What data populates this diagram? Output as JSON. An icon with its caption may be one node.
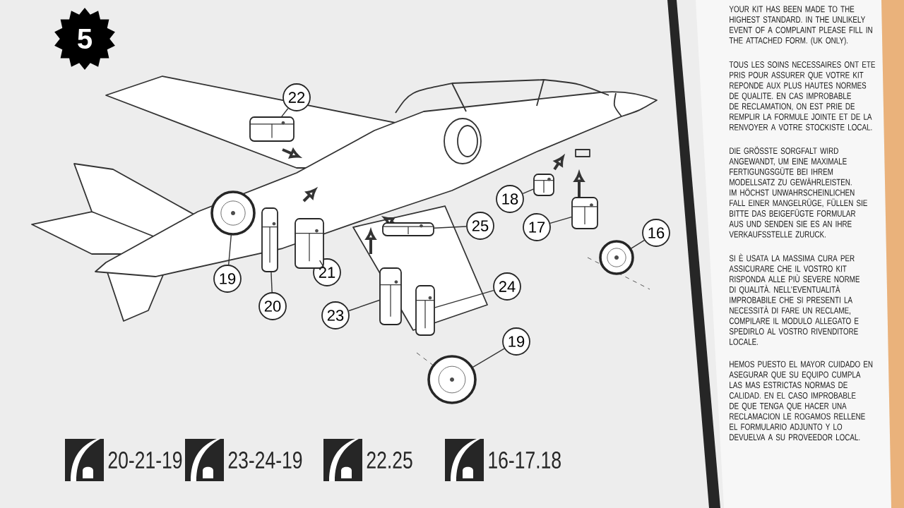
{
  "diagram": {
    "nodes": [
      {
        "text": [
          "22"
        ]
      },
      {
        "text": [],
        "shape": "picture"
      },
      {
        "text": [
          "18"
        ]
      },
      {
        "text": [],
        "shape": "picture"
      },
      {
        "text": [
          "17"
        ]
      },
      {
        "text": [],
        "shape": "picture"
      },
      {
        "text": [
          "16"
        ]
      },
      {
        "text": [],
        "shape": "circle"
      },
      {
        "text": [
          "25"
        ]
      },
      {
        "text": [],
        "shape": "picture"
      },
      {
        "text": [
          "19"
        ]
      },
      {
        "text": [],
        "shape": "circle"
      },
      {
        "text": [
          "20"
        ]
      },
      {
        "text": [],
        "shape": "picture"
      },
      {
        "text": [
          "21"
        ]
      },
      {
        "text": [],
        "shape": "picture"
      },
      {
        "text": [
          "23"
        ]
      },
      {
        "text": [],
        "shape": "picture"
      },
      {
        "text": [
          "24"
        ]
      },
      {
        "text": [],
        "shape": "picture"
      },
      {
        "text": [
          "19"
        ]
      },
      {
        "text": [],
        "shape": "circle"
      }
    ],
    "edges": [
      {
        "from": 0,
        "to": 1,
        "arrow": "none"
      },
      {
        "from": 2,
        "to": 3,
        "arrow": "none"
      },
      {
        "from": 4,
        "to": 5,
        "arrow": "none"
      },
      {
        "from": 6,
        "to": 7,
        "arrow": "none"
      },
      {
        "from": 8,
        "to": 9,
        "arrow": "none"
      },
      {
        "from": 10,
        "to": 11,
        "arrow": "none"
      },
      {
        "from": 12,
        "to": 13,
        "arrow": "none"
      },
      {
        "from": 14,
        "to": 15,
        "arrow": "none"
      },
      {
        "from": 16,
        "to": 17,
        "arrow": "none"
      },
      {
        "from": 18,
        "to": 19,
        "arrow": "none"
      },
      {
        "from": 20,
        "to": 21,
        "arrow": "none"
      }
    ],
    "labels": [
      "5",
      "YOUR KIT HAS BEEN MADE TO THE HIGHEST STANDARD. IN THE UNLIKELY EVENT OF A COMPLAINT PLEASE FILL IN THE ATTACHED FORM. (UK ONLY).",
      "TOUS LES SOINS NECESSAIRES ONT ETE PRIS POUR ASSURER QUE VOTRE KIT REPONDE AUX PLUS HAUTES NORMES DE QUALITE. EN CAS IMPROBABLE DE RECLAMATION, ON EST PRIE DE REMPLIR LA FORMULE JOINTE ET DE LA RENVOYER A VOTRE STOCKISTE LOCAL.",
      "DIE GRÖSSTE SORGFALT WIRD ANGEWANDT, UM EINE MAXIMALE FERTIGUNGSGÜTE BEI IHREM MODELLSATZ ZU GEWÄHRLEISTEN. IM HÖCHST UNWAHRSCHEINLICHEN FALL EINER MANGELRÜGE, FÜLLEN SIE BITTE DAS BEIGEFÜGTE FORMULAR AUS UND SENDEN SIE ES AN IHRE VERKAUFSSTELLE ZURUCK.",
      "SI È USATA LA MASSIMA CURA PER ASSICURARE CHE IL VOSTRO KIT RISPONDA ALLE PIÙ SEVERE NORME DI QUALITÀ. NELL'EVENTUALITÀ IMPROBABILE CHE SI PRESENTI LA NECESSITÀ DI FARE UN RECLAME, COMPILARE IL MODULO ALLEGATO E SPEDIRLO AL VOSTRO RIVENDITORE LOCALE.",
      "HEMOS PUESTO EL MAYOR CUIDADO EN ASEGURAR QUE SU EQUIPO CUMPLA LAS MAS ESTRICTAS NORMAS DE CALIDAD. EN EL CASO IMPROBABLE DE QUE TENGA QUE HACER UNA RECLAMACION LE ROGAMOS RELLENE EL FORMULARIO ADJUNTO Y LO DEVUELVA A SU PROVEEDOR LOCAL.",
      "20-21-19",
      "23-24-19",
      "22.25",
      "16-17.18"
    ]
  }
}
